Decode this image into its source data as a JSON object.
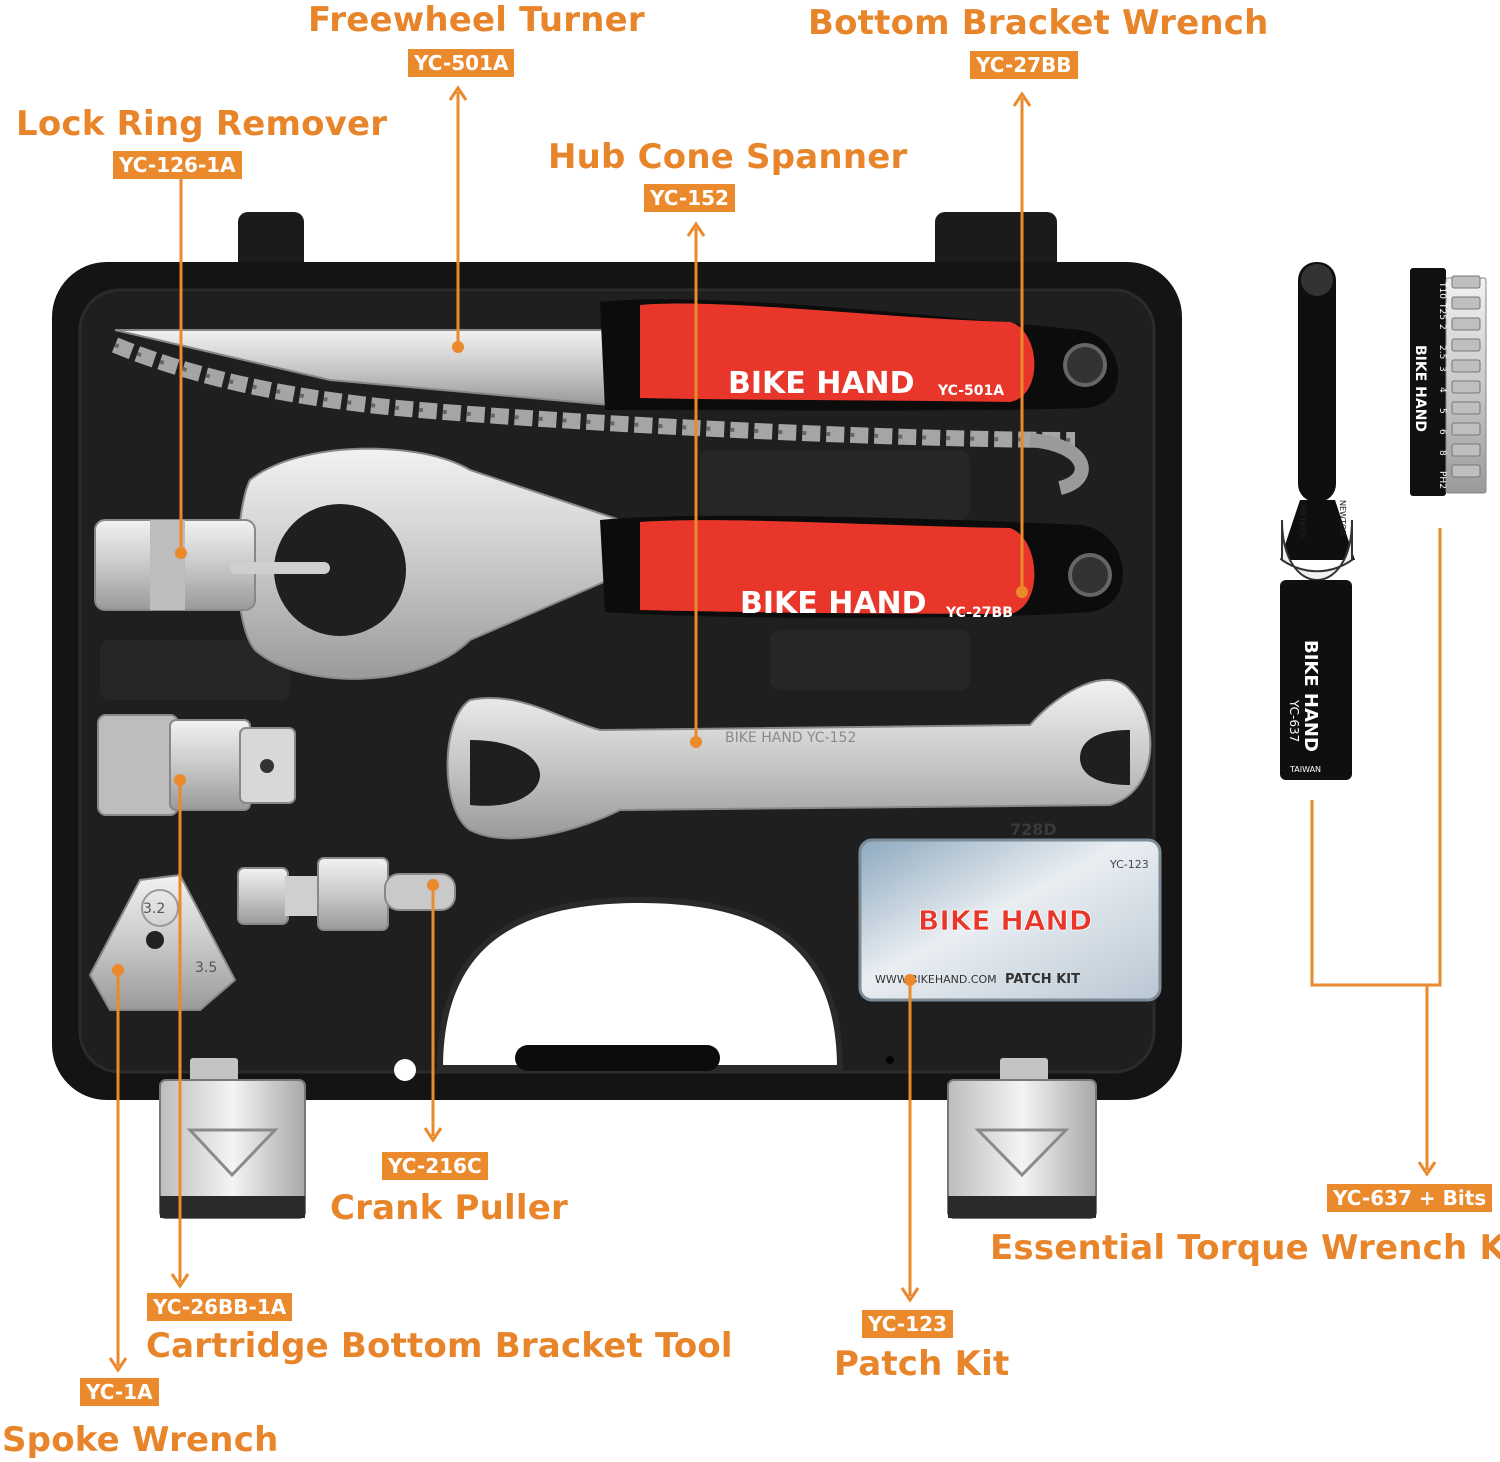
{
  "colors": {
    "accent": "#ea8a2c",
    "label_text": "#e8852a",
    "handle_red": "#e8372a",
    "case_black": "#141414",
    "steel": "#d8d8d8"
  },
  "brand": {
    "name": "BIKE HAND",
    "tool_marks": {
      "freewheel_handle": "YC-501A",
      "bb_handle": "YC-27BB",
      "hub_spanner": "BIKE HAND YC-152",
      "patch_kit_code": "YC-123",
      "patch_kit_title": "PATCH KIT",
      "patch_kit_web": "WWW.BIKEHAND.COM",
      "torque_model": "YC-637",
      "torque_origin": "TAIWAN",
      "torque_scale_left": "METERS",
      "torque_scale_right": "NEWTON",
      "case_mark": "728D",
      "spoke_size_top": "3.2",
      "spoke_size_right": "3.5"
    },
    "bit_labels": [
      "T10",
      "T25",
      "2",
      "2.5",
      "3",
      "4",
      "5",
      "6",
      "8",
      "PH2"
    ]
  },
  "callouts": [
    {
      "name": "Freewheel Turner",
      "code": "YC-501A"
    },
    {
      "name": "Bottom Bracket Wrench",
      "code": "YC-27BB"
    },
    {
      "name": "Lock Ring Remover",
      "code": "YC-126-1A"
    },
    {
      "name": "Hub Cone Spanner",
      "code": "YC-152"
    },
    {
      "name": "Crank Puller",
      "code": "YC-216C"
    },
    {
      "name": "Essential Torque Wrench Kit",
      "code": "YC-637 + Bits"
    },
    {
      "name": "Cartridge Bottom Bracket Tool",
      "code": "YC-26BB-1A"
    },
    {
      "name": "Patch Kit",
      "code": "YC-123"
    },
    {
      "name": "Spoke Wrench",
      "code": "YC-1A"
    }
  ]
}
